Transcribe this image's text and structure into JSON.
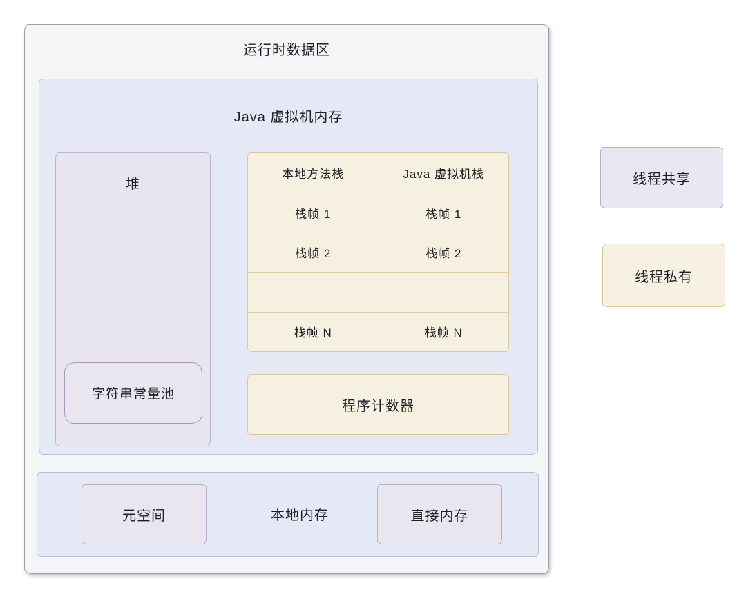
{
  "runtime_area": {
    "title": "运行时数据区",
    "jvm": {
      "title": "Java 虚拟机内存",
      "heap": {
        "label": "堆",
        "string_pool_label": "字符串常量池"
      },
      "stacks": {
        "columns": [
          "本地方法栈",
          "Java 虚拟机栈"
        ],
        "rows": [
          [
            "栈帧 1",
            "栈帧 1"
          ],
          [
            "栈帧 2",
            "栈帧 2"
          ],
          [
            "",
            ""
          ],
          [
            "栈帧 N",
            "栈帧 N"
          ]
        ]
      },
      "program_counter_label": "程序计数器"
    },
    "native_memory": {
      "label": "本地内存",
      "metaspace_label": "元空间",
      "direct_memory_label": "直接内存"
    }
  },
  "legend": [
    {
      "label": "线程共享",
      "type": "thread-shared"
    },
    {
      "label": "线程私有",
      "type": "thread-private"
    }
  ],
  "colors": {
    "container_fill": "#f4f5f7",
    "container_border": "#9aa0a8",
    "thread_shared_fill": "#e8e5f0",
    "thread_shared_border": "#bcb3cd",
    "thread_private_fill": "#f6f0e1",
    "thread_private_border": "#dbc79d",
    "blue_region_fill": "#e4e9f5",
    "blue_region_border": "#b3c0d8",
    "text": "#1f2023"
  }
}
